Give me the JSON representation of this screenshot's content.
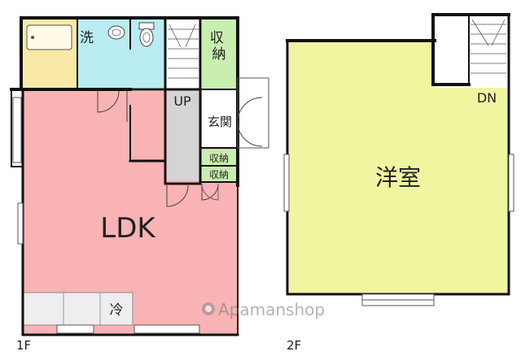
{
  "floors": {
    "first": {
      "label": "1F",
      "rooms": {
        "ldk": "LDK",
        "washroom": "洗",
        "storage_main": "収納",
        "entrance": "玄関",
        "storage_small_1": "収納",
        "storage_small_2": "収納",
        "stairs_up": "UP",
        "fridge": "冷"
      }
    },
    "second": {
      "label": "2F",
      "rooms": {
        "western_room": "洋室",
        "stairs_down": "DN"
      }
    }
  },
  "watermark": "Apamanshop",
  "colors": {
    "ldk": "#f9b3b5",
    "western_room": "#f0f5a0",
    "bath": "#f8eaa6",
    "water": "#b9ecf3",
    "storage_green": "#c8eeb0",
    "stairs_gray": "#d4d4d4",
    "wall": "#111111",
    "kitchen": "#eeeeee"
  }
}
